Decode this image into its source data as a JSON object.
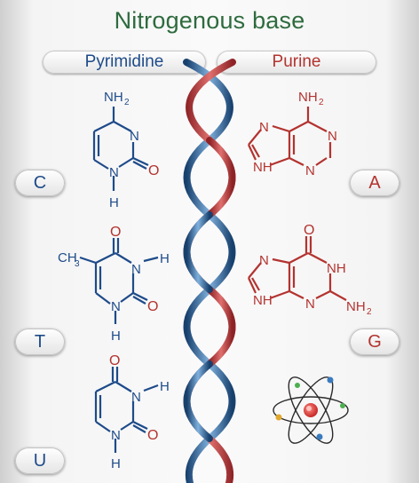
{
  "title": "Nitrogenous base",
  "pyrimidine_label": "Pyrimidine",
  "purine_label": "Purine",
  "bases": {
    "cytosine_letter": "C",
    "thymine_letter": "T",
    "uracil_letter": "U",
    "adenine_letter": "A",
    "guanine_letter": "G"
  },
  "atoms": {
    "nh2": "NH",
    "sub2": "2",
    "n": "N",
    "h": "H",
    "o": "O",
    "nh": "NH",
    "ch3": "CH",
    "sub3": "3"
  },
  "colors": {
    "pyrimidine": "#1e4b8a",
    "purine": "#b3332f",
    "title": "#2e6b3e",
    "strand_red": "#c0393b",
    "strand_blue": "#2a5b8c"
  },
  "icons": [
    "dna-double-helix-icon",
    "atom-icon"
  ]
}
